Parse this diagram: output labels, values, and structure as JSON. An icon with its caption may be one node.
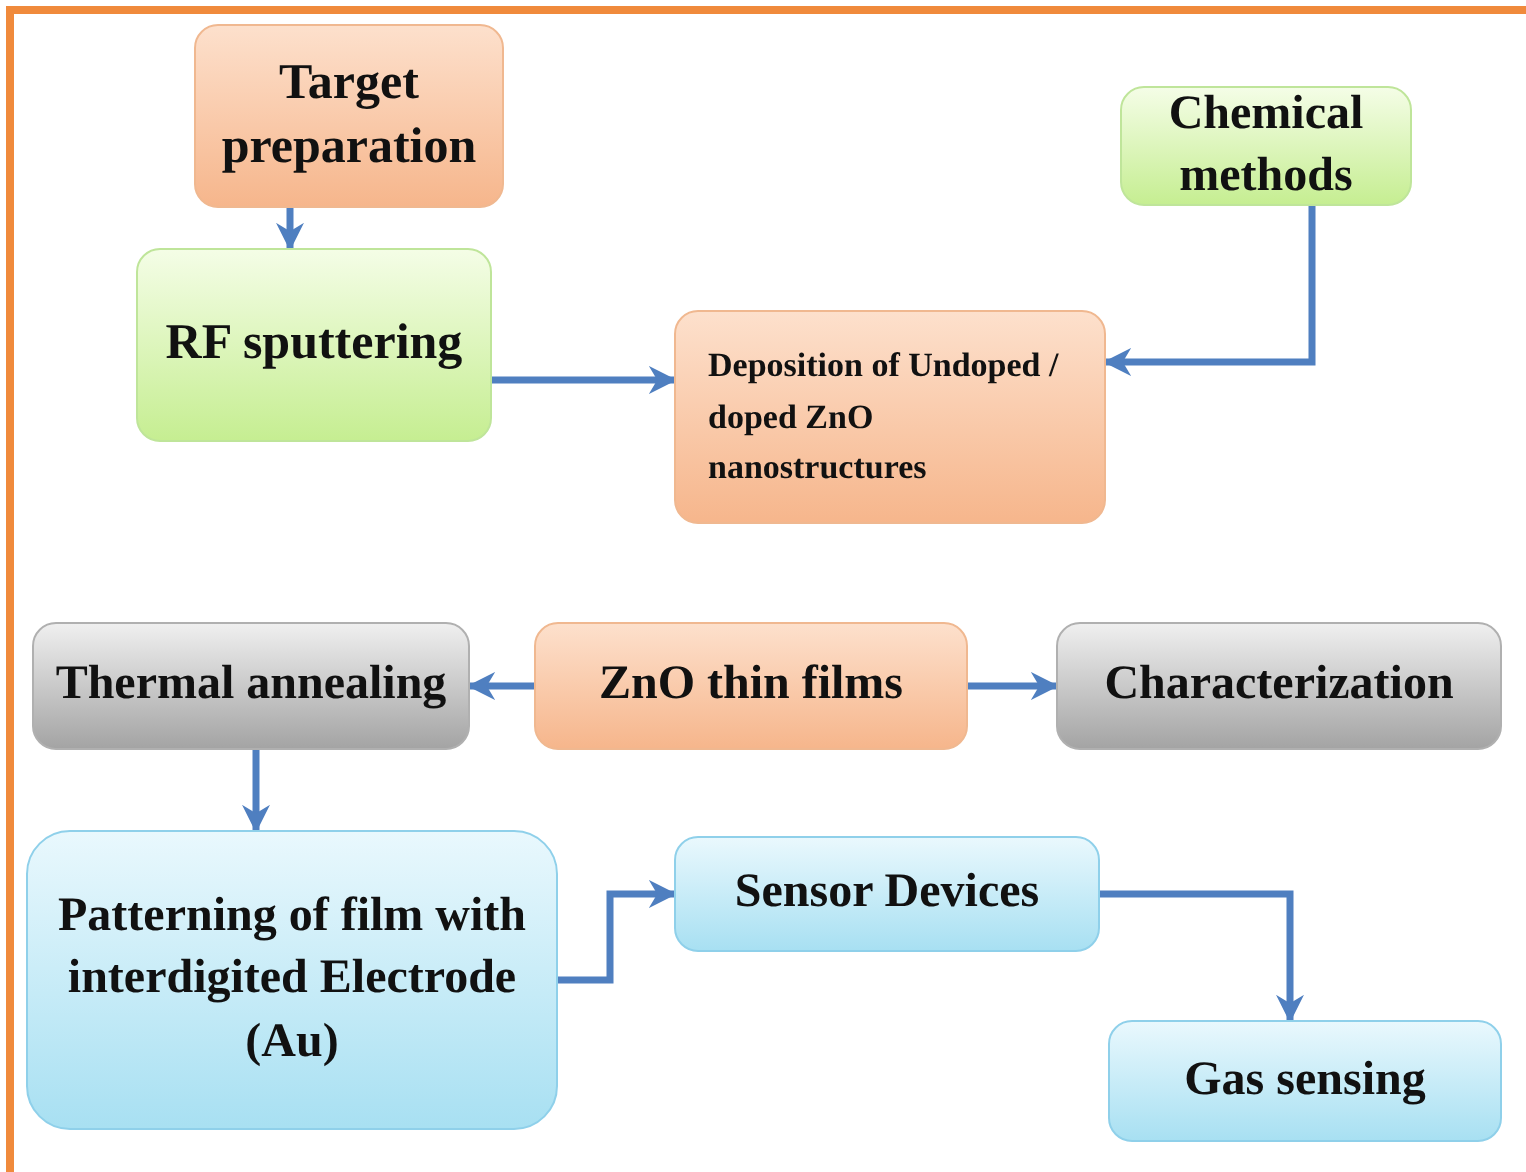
{
  "diagram": {
    "nodes": [
      {
        "text": [
          "Target preparation"
        ]
      },
      {
        "text": [
          "Chemical methods"
        ]
      },
      {
        "text": [
          "RF sputtering"
        ]
      },
      {
        "text": [
          "Deposition of Undoped / doped ZnO nanostructures"
        ]
      },
      {
        "text": [
          "Thermal annealing"
        ]
      },
      {
        "text": [
          "ZnO thin films"
        ]
      },
      {
        "text": [
          "Characterization"
        ]
      },
      {
        "text": [
          "Patterning of film with interdigited Electrode (Au)"
        ]
      },
      {
        "text": [
          "Sensor Devices"
        ]
      },
      {
        "text": [
          "Gas sensing"
        ]
      }
    ],
    "edges": [
      {
        "from": 0,
        "to": 2,
        "arrow": "to"
      },
      {
        "from": 2,
        "to": 3,
        "arrow": "to"
      },
      {
        "from": 1,
        "to": 3,
        "arrow": "to"
      },
      {
        "from": 5,
        "to": 4,
        "arrow": "to"
      },
      {
        "from": 5,
        "to": 6,
        "arrow": "to"
      },
      {
        "from": 4,
        "to": 7,
        "arrow": "to"
      },
      {
        "from": 7,
        "to": 8,
        "arrow": "to"
      },
      {
        "from": 8,
        "to": 9,
        "arrow": "to"
      }
    ]
  }
}
